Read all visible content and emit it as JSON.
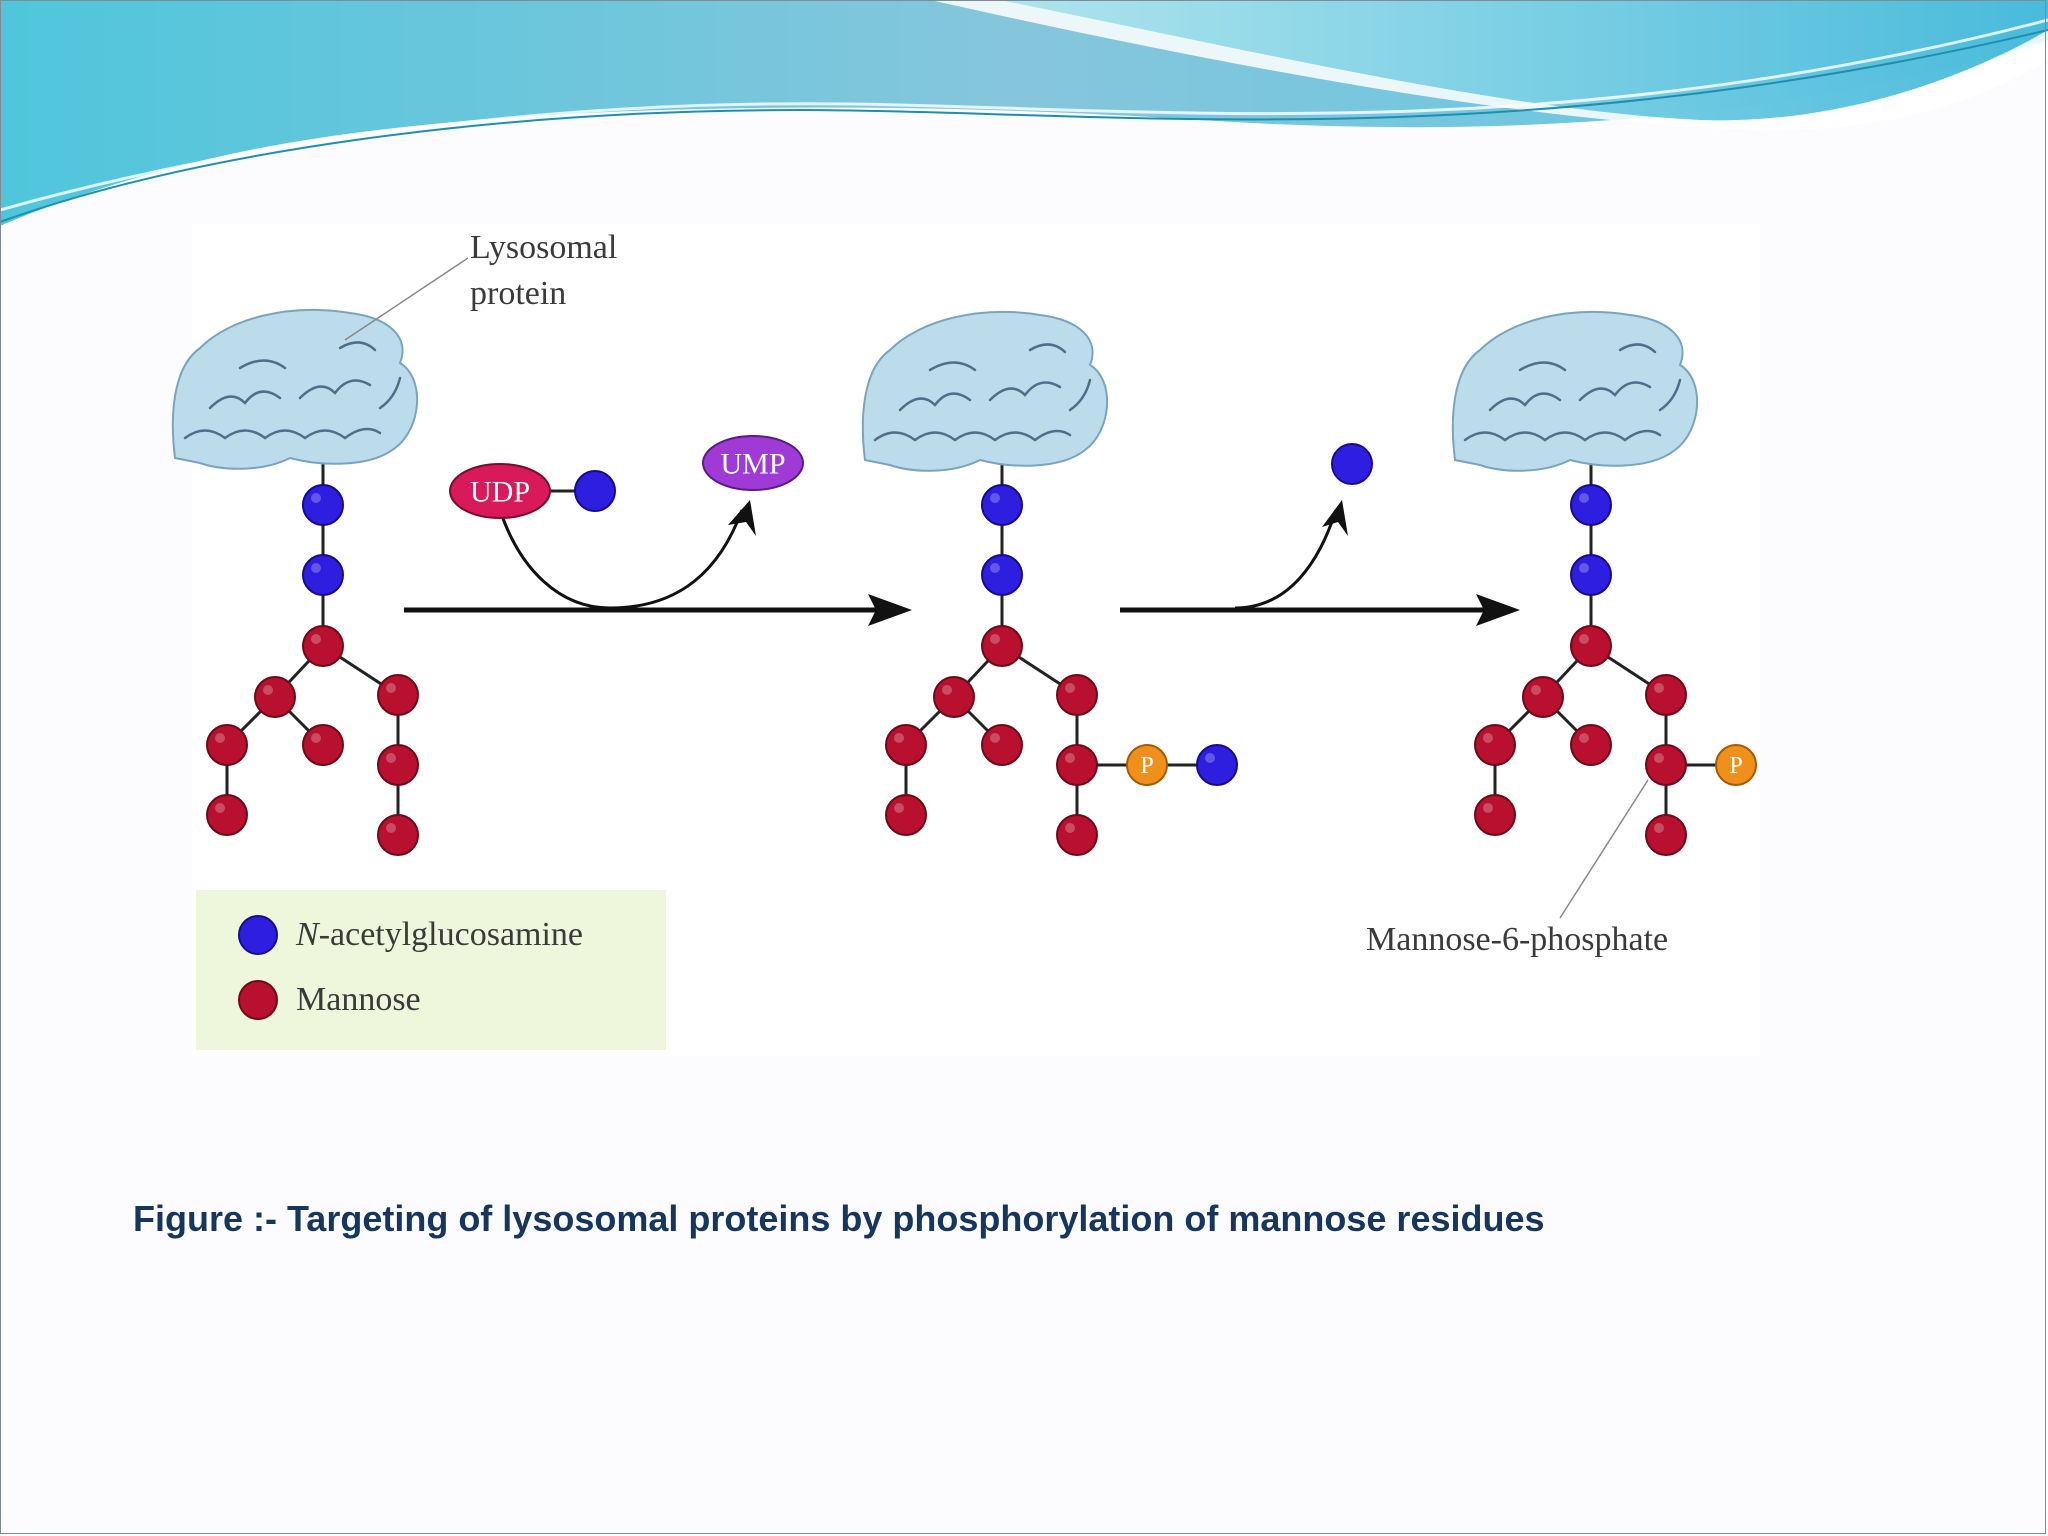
{
  "diagram": {
    "labels": {
      "lysosomal_protein": "Lysosomal",
      "lysosomal_protein_line2": "protein",
      "udp": "UDP",
      "ump": "UMP",
      "phosphate": "P",
      "mannose_6_phosphate": "Mannose-6-phosphate"
    },
    "legend": {
      "nag_prefix": "N",
      "nag_suffix": "-acetylglucosamine",
      "mannose": "Mannose"
    },
    "colors": {
      "n_acetylglucosamine": "#2e1fe0",
      "mannose": "#b8102e",
      "phosphate": "#f0901c",
      "udp": "#d8195a",
      "ump": "#a03ad6",
      "protein": "#bcdcec",
      "legend_bg": "#eef6dc",
      "caption": "#17365d"
    }
  },
  "caption": "Figure :- Targeting of lysosomal proteins by phosphorylation of mannose residues"
}
